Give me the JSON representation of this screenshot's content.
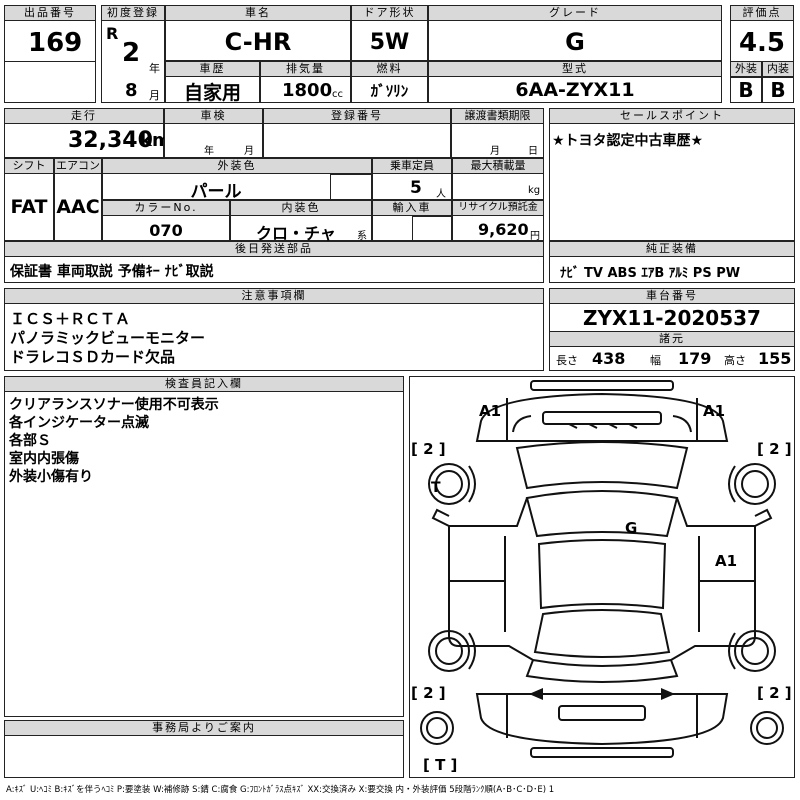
{
  "header": {
    "lot_label": "出品番号",
    "lot": "169",
    "first_reg_label": "初度登録",
    "era": "R",
    "reg_year": "2",
    "year_unit": "年",
    "reg_month": "8",
    "month_unit": "月",
    "name_label": "車名",
    "name": "C-HR",
    "door_label": "ドア形状",
    "door": "5W",
    "grade_label": "グレード",
    "grade": "G",
    "score_label": "評価点",
    "score": "4.5",
    "history_label": "車歴",
    "history": "自家用",
    "disp_label": "排気量",
    "disp": "1800",
    "disp_unit": "cc",
    "fuel_label": "燃料",
    "fuel": "ｶﾞｿﾘﾝ",
    "model_label": "型式",
    "model": "6AA-ZYX11",
    "ext_label": "外装",
    "ext": "B",
    "int_label": "内装",
    "int": "B"
  },
  "row2": {
    "mileage_label": "走行",
    "mileage": "32,340",
    "mileage_unit": "km",
    "inspection_label": "車検",
    "insp_year": "年",
    "insp_month": "月",
    "regno_label": "登録番号",
    "transfer_label": "譲渡書類期限",
    "tr_month": "月",
    "tr_day": "日",
    "shift_label": "シフト",
    "shift": "FAT",
    "ac_label": "エアコン",
    "ac": "AAC",
    "color_label": "外装色",
    "color": "パール",
    "capacity_label": "乗車定員",
    "capacity": "5",
    "capacity_unit": "人",
    "load_label": "最大積載量",
    "load_unit": "kg",
    "colorno_label": "カラーNo.",
    "colorno": "070",
    "interior_label": "内装色",
    "interior": "クロ・チャ",
    "interior_unit": "系",
    "import_label": "輸入車",
    "recycle_label": "リサイクル預託金",
    "recycle": "9,620",
    "recycle_unit": "円"
  },
  "sales_point": {
    "label": "セールスポイント",
    "text": "★トヨタ認定中古車歴★"
  },
  "parts": {
    "label": "後日発送部品",
    "text": "保証書 車両取説 予備ｷｰ ﾅﾋﾞ取説"
  },
  "equipment": {
    "label": "純正装備",
    "text": "ﾅﾋﾞ  TV  ABS ｴｱB ｱﾙﾐ PS PW"
  },
  "notes": {
    "label": "注意事項欄",
    "lines": [
      "ＩＣＳ＋ＲＣＴＡ",
      "パノラミックビューモニター",
      "ドラレコＳＤカード欠品"
    ]
  },
  "chassis": {
    "label": "車台番号",
    "number": "ZYX11-2020537"
  },
  "specs": {
    "label": "諸元",
    "length_label": "長さ",
    "length": "438",
    "width_label": "幅",
    "width": "179",
    "height_label": "高さ",
    "height": "155"
  },
  "inspector": {
    "label": "検査員記入欄",
    "lines": [
      "クリアランスソナー使用不可表示",
      "各インジケーター点滅",
      "各部Ｓ",
      "室内内張傷",
      "外装小傷有り"
    ]
  },
  "office": {
    "label": "事務局よりご案内"
  },
  "diagram": {
    "a1_left": "A1",
    "a1_right": "A1",
    "g_roof": "G",
    "a1_side": "A1",
    "tire_fl": "[ 2 ]",
    "tire_fr": "[ 2 ]",
    "tire_rl": "[ 2 ]",
    "tire_rr": "[ 2 ]",
    "spare_t": "[ T ]",
    "spare_t2": "T"
  },
  "legend": "A:ｷｽﾞ U:ﾍｺﾐ B:ｷｽﾞを伴うﾍｺﾐ P:要塗装 W:補修跡 S:錆 C:腐食 G:ﾌﾛﾝﾄｶﾞﾗｽ点ｷｽﾞ XX:交換済み X:要交換  内・外装評価 5段階ﾗﾝｸ順(A･B･C･D･E) 1"
}
